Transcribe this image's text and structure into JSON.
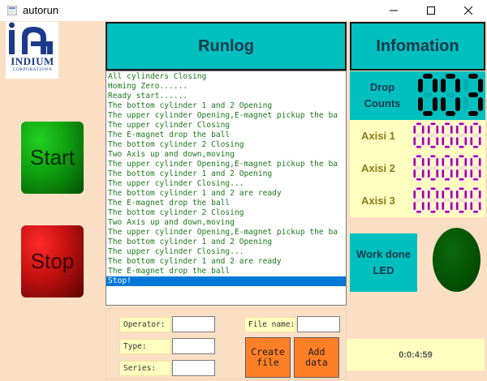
{
  "window": {
    "title": "autorun",
    "icon": "app-icon",
    "controls": [
      "minimize-icon",
      "maximize-icon",
      "close-icon"
    ]
  },
  "logo": {
    "name": "INDIUM",
    "subtitle": "CORPORATION®"
  },
  "controls": {
    "start_label": "Start",
    "stop_label": "Stop",
    "start_color": "#0fa00f",
    "stop_color": "#c41010"
  },
  "runlog": {
    "title": "Runlog",
    "lines": [
      "All cylinders Closing",
      "Homing Zero......",
      "Ready start......",
      "The bottom cylinder 1 and 2 Opening",
      "The upper cylinder Opening,E-magnet pickup the ba",
      "The upper cylinder Closing",
      "The E-magnet drop the ball",
      "The bottom cylinder 2 Closing",
      "Two Axis up and down,moving",
      "The upper cylinder Opening,E-magnet pickup the ba",
      "The bottom cylinder 1 and 2 Opening",
      "The upper cylinder Closing...",
      "The bottom cylinder 1 and 2 are ready",
      "The E-magnet drop the ball",
      "The bottom cylinder 2 Closing",
      "Two Axis up and down,moving",
      "The upper cylinder Opening,E-magnet pickup the ba",
      "The bottom cylinder 1 and 2 Opening",
      "The upper cylinder Closing...",
      "The bottom cylinder 1 and 2 are ready",
      "The E-magnet drop the ball",
      "Stop!"
    ],
    "selected_index": 21,
    "text_color": "#1a7a1a",
    "selection_color": "#0078d7"
  },
  "information": {
    "title": "Infomation",
    "drop_counts_label": "Drop Counts",
    "drop_counts_value": "003",
    "axes": [
      {
        "label": "Axisi 1",
        "value": "00000"
      },
      {
        "label": "Axisi 2",
        "value": "00000"
      },
      {
        "label": "Axisi 3",
        "value": "00000"
      }
    ],
    "work_done_label": "Work done LED",
    "work_led_color": "#045004",
    "elapsed_time": "0:0:4:59",
    "header_color": "#00bfbf",
    "axis_digit_color": "#a000a0"
  },
  "form": {
    "operator_label": "Operator:",
    "operator_value": "",
    "type_label": "Type:",
    "type_value": "",
    "series_label": "Series:",
    "series_value": "",
    "file_name_label": "File name:",
    "file_name_value": "",
    "create_file_label": "Create file",
    "add_data_label": "Add data",
    "button_color": "#ff7f27"
  }
}
